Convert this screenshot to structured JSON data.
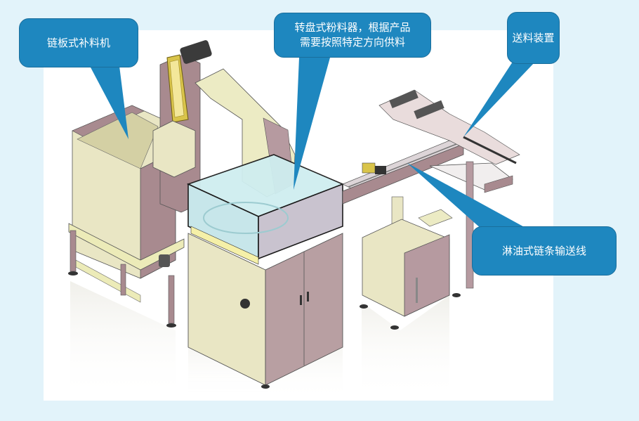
{
  "figure": {
    "subject": "automated feeding machine assembly (isometric CAD view)",
    "colors": {
      "background": "#e2f3fa",
      "panel": "#ffffff",
      "callout_fill": "#1e87bf",
      "callout_border": "#1a6e9c",
      "callout_text": "#ffffff",
      "frame_cream": "#e9e6c4",
      "frame_mauve": "#a88a8f",
      "glass": "#bfe3e6",
      "belt_yellow": "#d9c44a"
    }
  },
  "callouts": [
    {
      "id": "chain-plate-feeder",
      "text": "链板式补料机"
    },
    {
      "id": "rotary-disc-feeder",
      "lines": [
        "转盘式粉料器，根据产品",
        "需要按照特定方向供料"
      ]
    },
    {
      "id": "feeding-device",
      "text": "送料装置"
    },
    {
      "id": "oil-chain-conveyor",
      "text": "淋油式链条输送线"
    }
  ]
}
